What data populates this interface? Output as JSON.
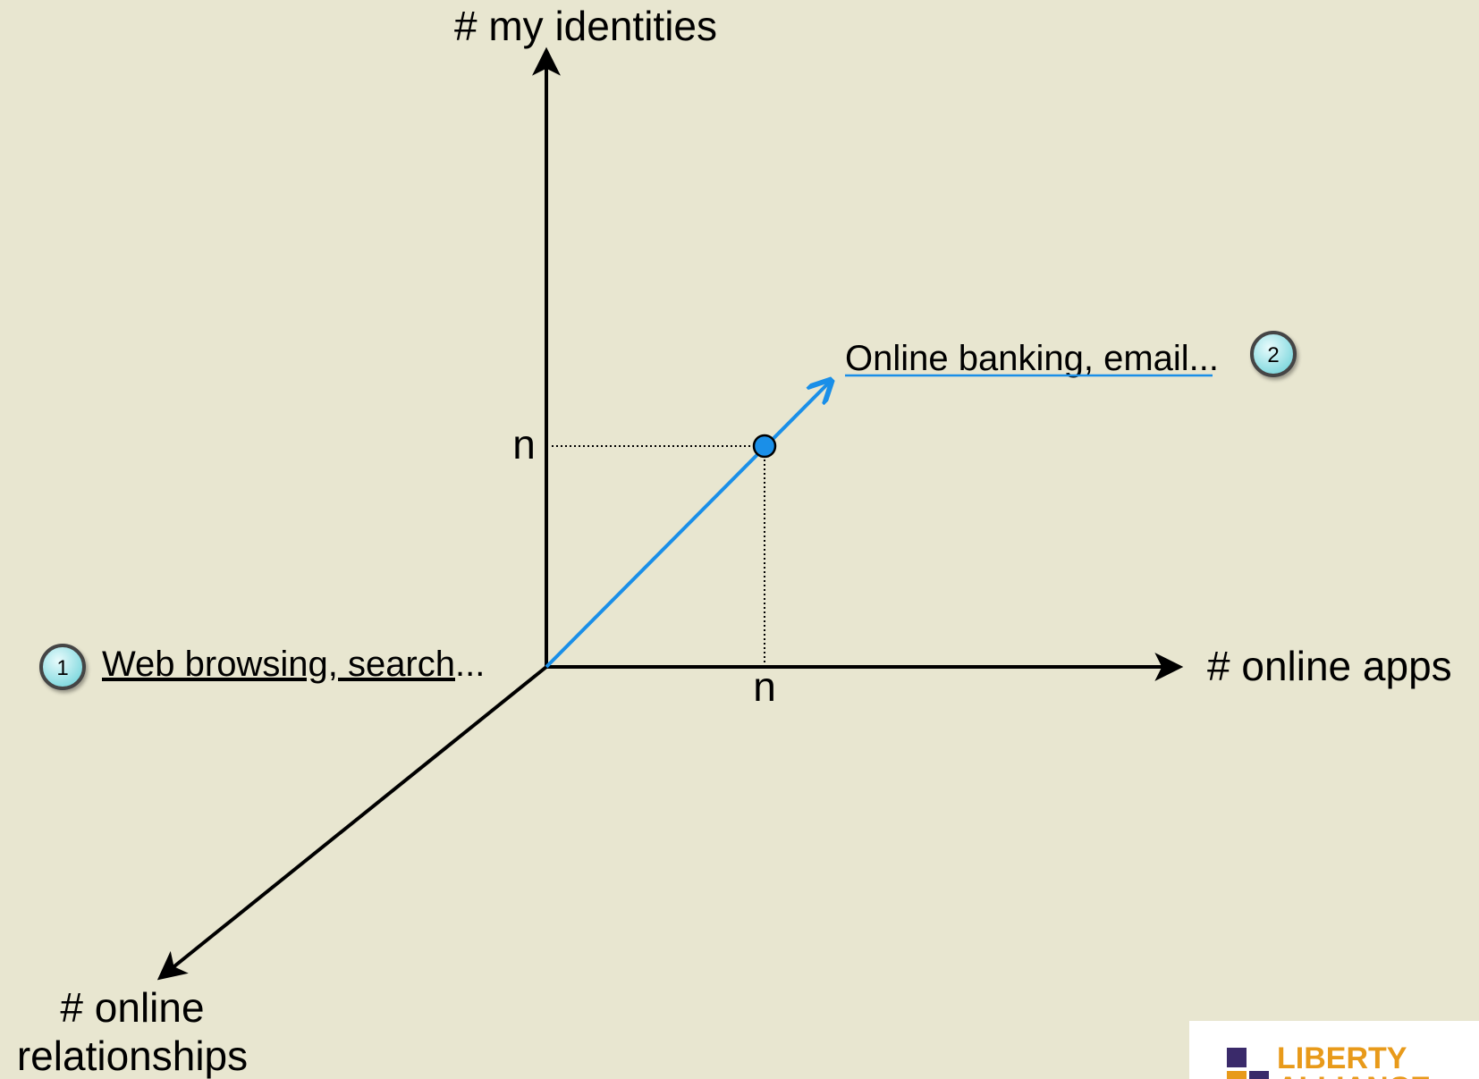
{
  "axes": {
    "y_label": "# my identities",
    "x_label": "# online apps",
    "z_label_line1": "# online",
    "z_label_line2": "relationships"
  },
  "ticks": {
    "y_tick": "n",
    "x_tick": "n"
  },
  "annotations": [
    {
      "badge": "1",
      "underlined": "Web browsing, search",
      "suffix": "..."
    },
    {
      "badge": "2",
      "underlined": "Online banking, email",
      "suffix": "..."
    }
  ],
  "logo": {
    "line1": "LIBERTY",
    "line2": "ALLIANCE"
  },
  "colors": {
    "background": "#e8e6d0",
    "vector": "#1a8fe8",
    "badge_fill": "#b9ecef",
    "logo_orange": "#e89a1a",
    "logo_purple": "#3a2a6a"
  }
}
